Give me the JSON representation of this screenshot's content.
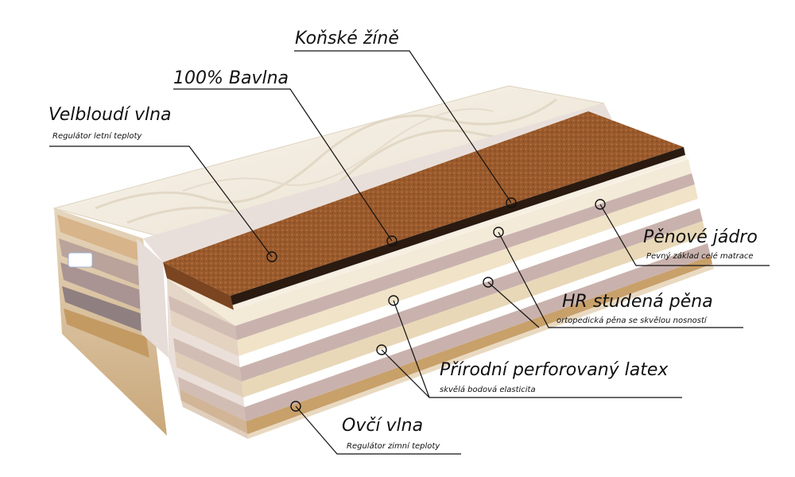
{
  "callouts": {
    "konske_zine": {
      "title": "Koňské žíně"
    },
    "bavlna": {
      "title": "100% Bavlna"
    },
    "velbloudi_vlna": {
      "title": "Velbloudí vlna",
      "subtitle": "Regulátor letní teploty"
    },
    "penove_jadro": {
      "title": "Pěnové jádro",
      "subtitle": "Pevný základ celé matrace"
    },
    "hr_pena": {
      "title": "HR studená pěna",
      "subtitle": "ortopedická pěna se skvělou nosností"
    },
    "latex": {
      "title": "Přírodní perforovaný latex",
      "subtitle": "skvělá bodová elasticita"
    },
    "ovci_vlna": {
      "title": "Ovčí vlna",
      "subtitle": "Regulátor zimní teploty"
    }
  },
  "colors": {
    "cover": "#f3ede0",
    "coconut": "#9a5a2c",
    "horsehair": "#2a1a10",
    "foam_pink": "#c9b2ad",
    "foam_cream": "#f0e3c8",
    "latex": "#e8d8b8",
    "wool_edge": "#c8a06a",
    "line": "#111111"
  }
}
